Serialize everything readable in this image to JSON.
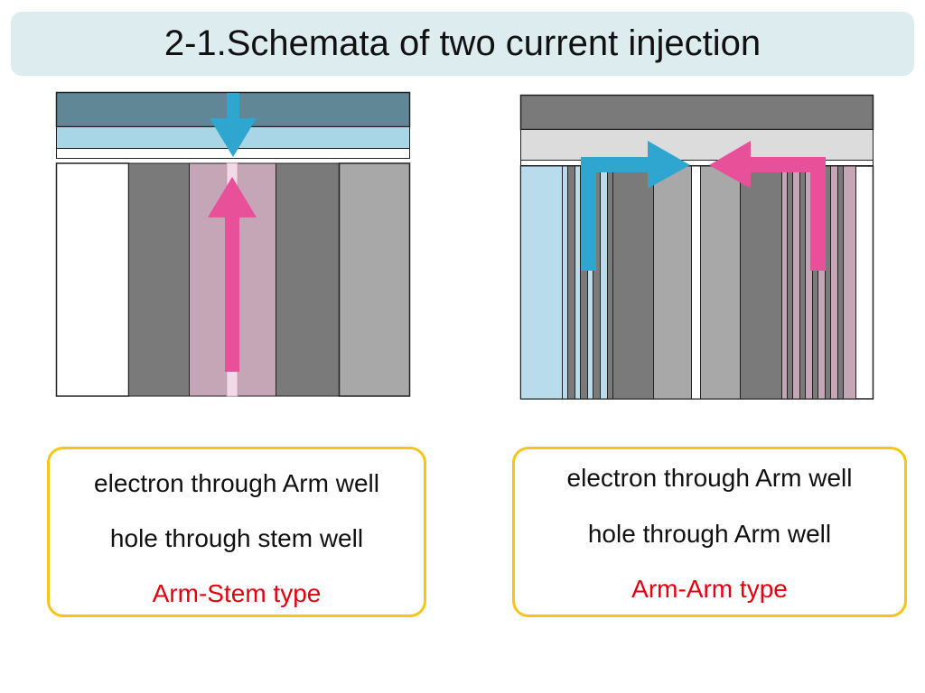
{
  "slide": {
    "title": "2-1.Schemata of two current injection"
  },
  "colors": {
    "title_bg": "#dcecef",
    "electron_arrow": "#2fa6cf",
    "hole_arrow": "#e8509a",
    "dark_gray": "#7a7a7a",
    "light_gray": "#a8a8a8",
    "pink_well": "#c4a6b6",
    "light_blue_well": "#b8dcec",
    "caption_border": "#f5c518",
    "type_text": "#e3000f"
  },
  "captions": {
    "arm_stem": {
      "line1": "electron through Arm well",
      "line2": "hole through stem well",
      "type_label": "Arm-Stem type"
    },
    "arm_arm": {
      "line1": "electron through Arm well",
      "line2": "hole through Arm well",
      "type_label": "Arm-Arm type"
    }
  }
}
